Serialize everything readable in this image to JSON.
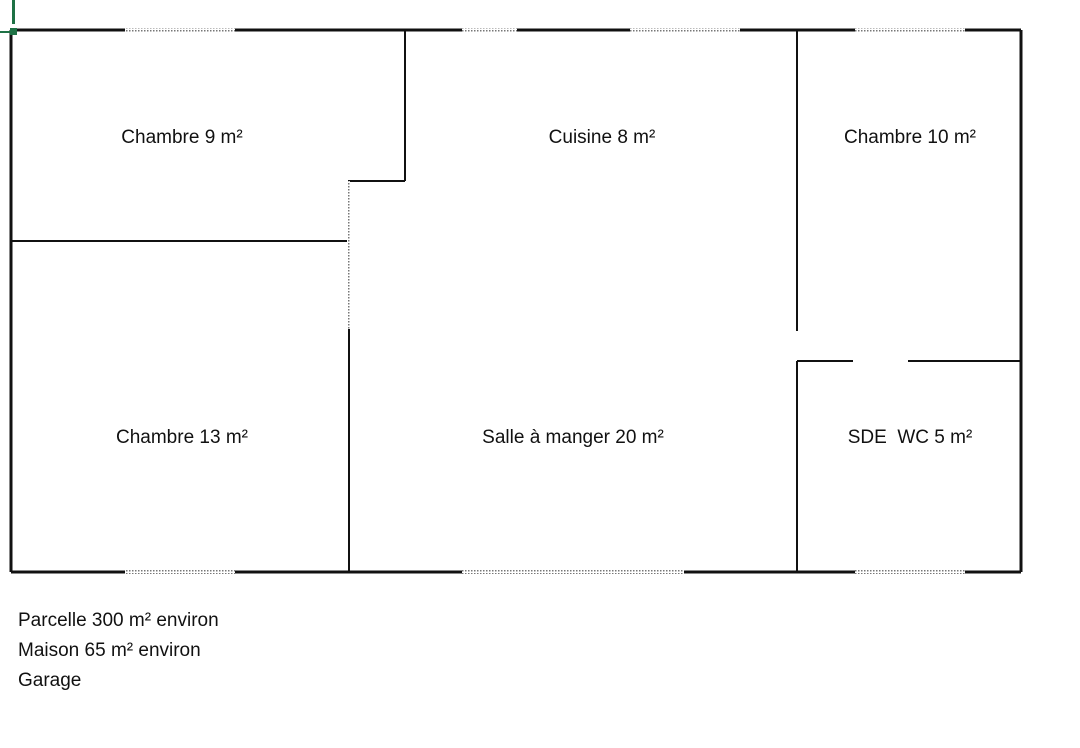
{
  "rooms": [
    {
      "id": "chambre-9",
      "label": "Chambre 9 m²"
    },
    {
      "id": "cuisine",
      "label": "Cuisine 8 m²"
    },
    {
      "id": "chambre-10",
      "label": "Chambre 10 m²"
    },
    {
      "id": "chambre-13",
      "label": "Chambre 13 m²"
    },
    {
      "id": "salle",
      "label": "Salle à manger 20 m²"
    },
    {
      "id": "sde-wc",
      "label": "SDE  WC 5 m²"
    }
  ],
  "notes": {
    "parcelle": "Parcelle 300 m² environ",
    "maison": "Maison 65 m² environ",
    "garage": "Garage"
  },
  "colors": {
    "wall": "#111111",
    "window": "#888888",
    "cell_marker": "#1e7145"
  }
}
